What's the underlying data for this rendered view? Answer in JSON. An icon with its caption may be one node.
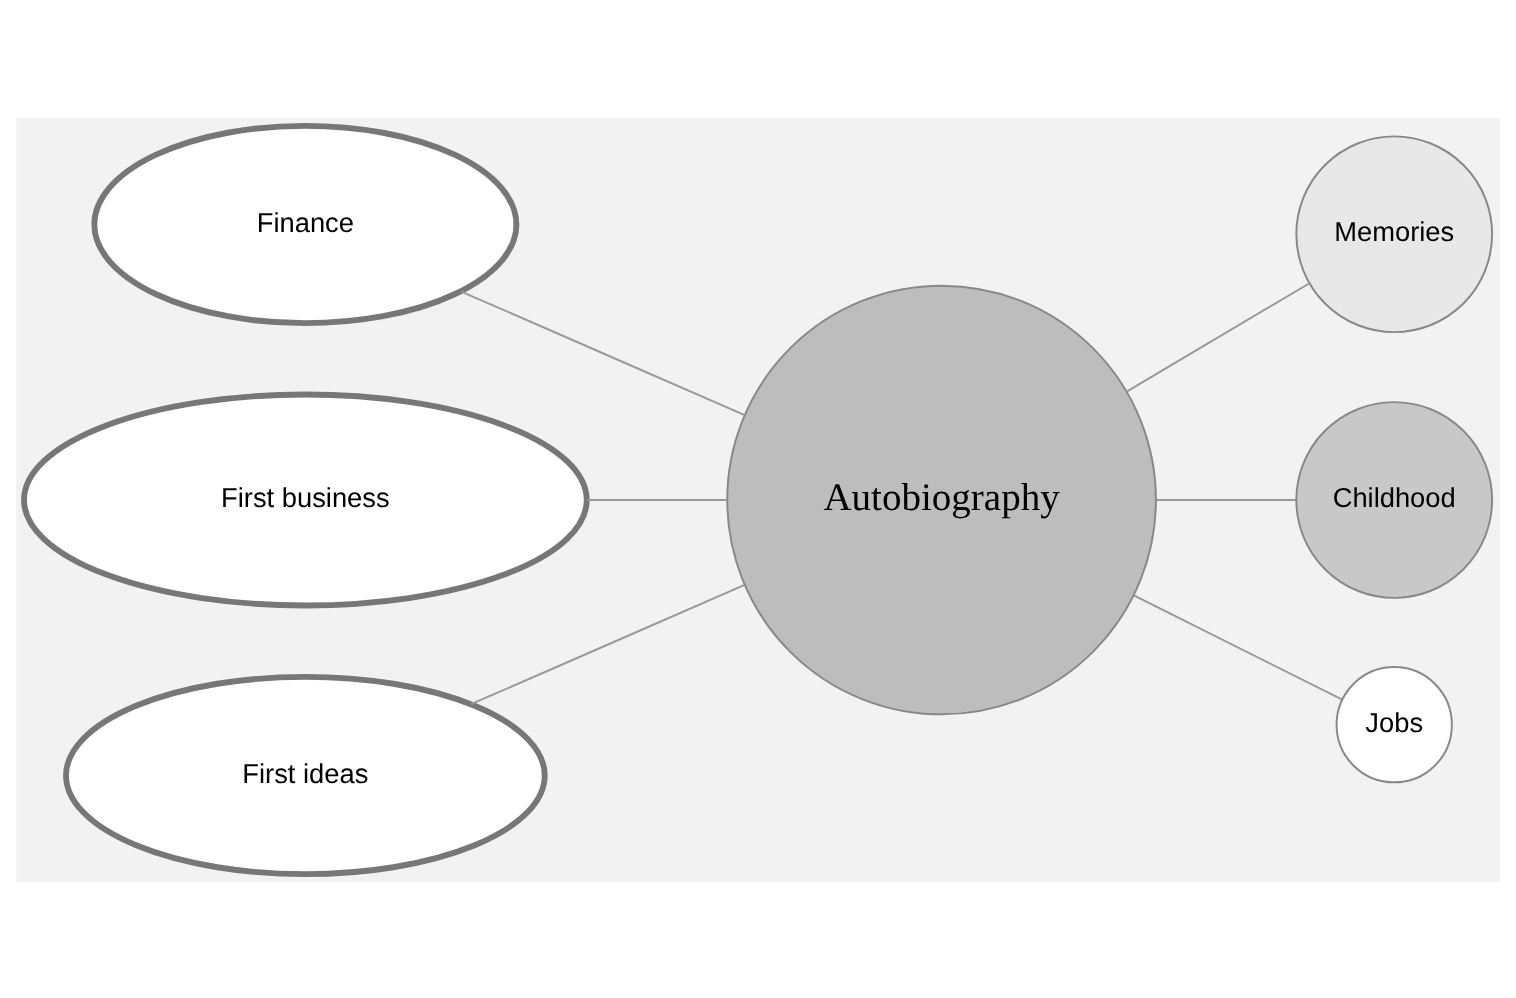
{
  "diagram": {
    "nodes": [
      {
        "text": [
          "Autobiography"
        ]
      },
      {
        "text": [
          "Finance"
        ]
      },
      {
        "text": [
          "First business"
        ]
      },
      {
        "text": [
          "First ideas"
        ]
      },
      {
        "text": [
          "Memories"
        ]
      },
      {
        "text": [
          "Childhood"
        ]
      },
      {
        "text": [
          "Jobs"
        ]
      }
    ],
    "edges": [
      {
        "from": 1,
        "to": 0,
        "arrow": "none"
      },
      {
        "from": 2,
        "to": 0,
        "arrow": "none"
      },
      {
        "from": 3,
        "to": 0,
        "arrow": "none"
      },
      {
        "from": 0,
        "to": 4,
        "arrow": "none"
      },
      {
        "from": 0,
        "to": 5,
        "arrow": "none"
      },
      {
        "from": 0,
        "to": 6,
        "arrow": "none"
      }
    ]
  }
}
